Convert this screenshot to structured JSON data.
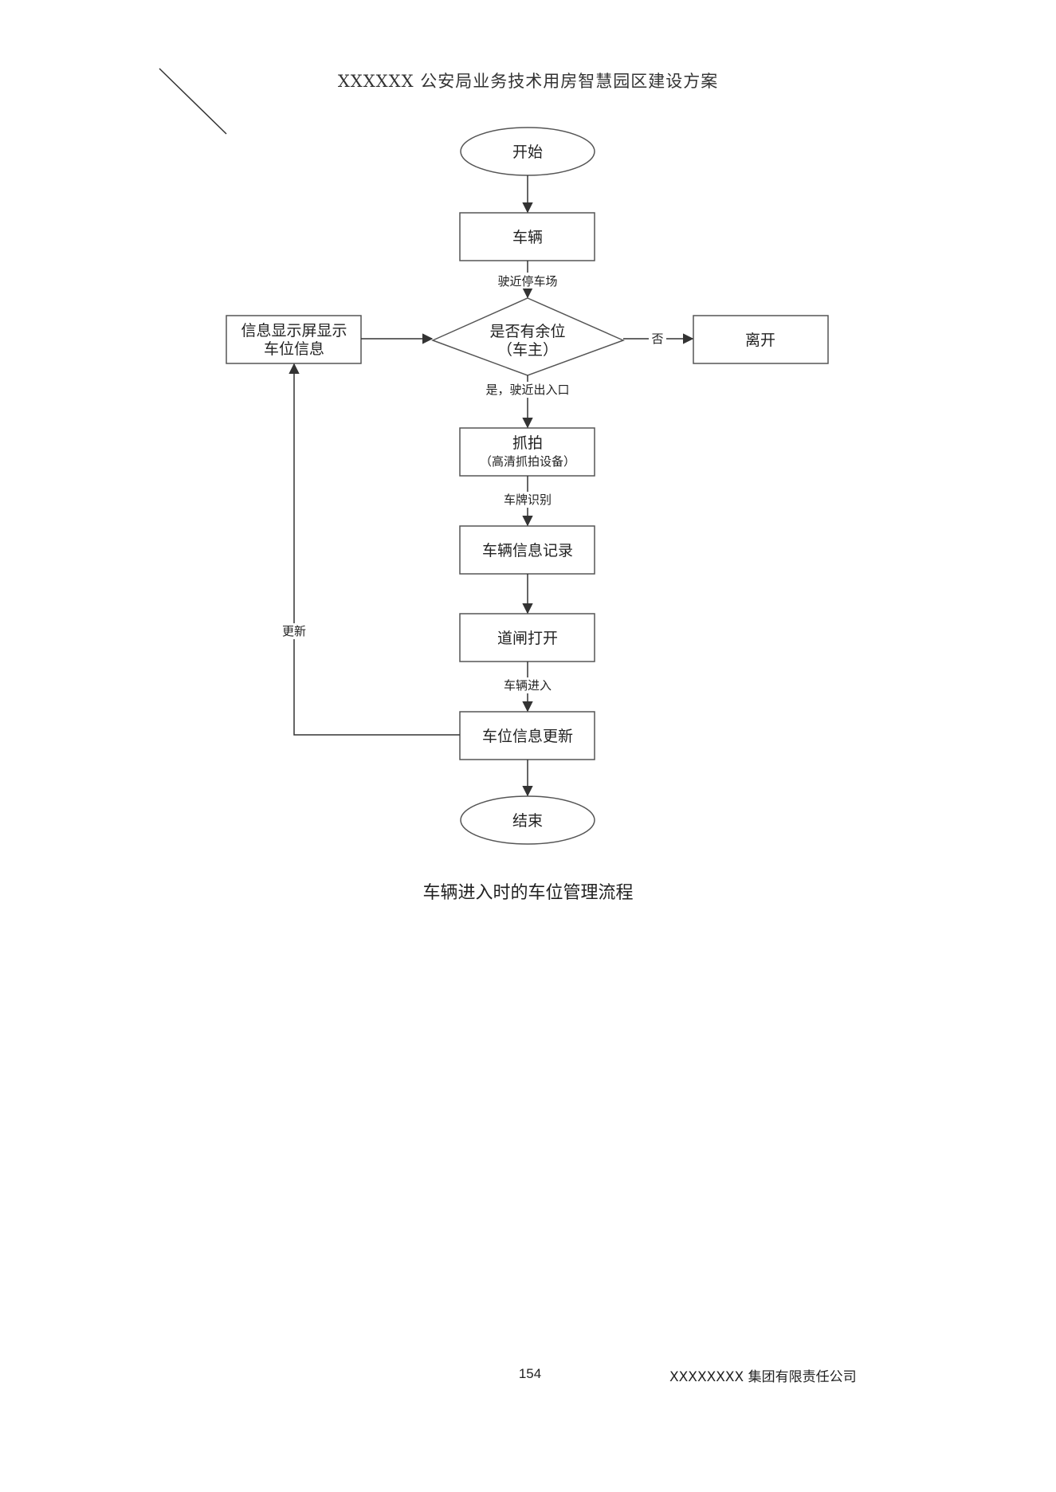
{
  "header": {
    "title": "XXXXXX 公安局业务技术用房智慧园区建设方案"
  },
  "flowchart": {
    "nodes": {
      "start": "开始",
      "vehicle": "车辆",
      "decision_line1": "是否有余位",
      "decision_line2": "（车主）",
      "leave": "离开",
      "display_line1": "信息显示屏显示",
      "display_line2": "车位信息",
      "capture": "抓拍",
      "capture_sub": "（高清抓拍设备）",
      "record": "车辆信息记录",
      "gate": "道闸打开",
      "update": "车位信息更新",
      "end": "结束"
    },
    "edges": {
      "approach": "驶近停车场",
      "no": "否",
      "yes": "是，驶近出入口",
      "plate": "车牌识别",
      "enter": "车辆进入",
      "refresh": "更新"
    }
  },
  "caption": "车辆进入时的车位管理流程",
  "footer": {
    "page_number": "154",
    "company": "XXXXXXXX 集团有限责任公司"
  },
  "colors": {
    "stroke": "#555555",
    "text": "#222222"
  }
}
